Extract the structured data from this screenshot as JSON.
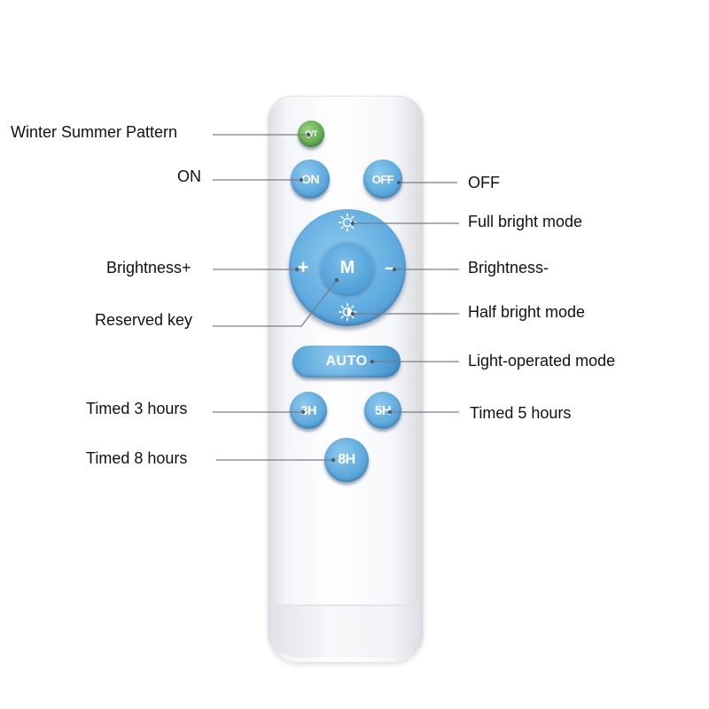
{
  "remote": {
    "buttons": {
      "winter_summer": "Q/T",
      "on": "ON",
      "off": "OFF",
      "mode": "M",
      "plus": "+",
      "minus": "–",
      "auto": "AUTO",
      "timer_3h": "3H",
      "timer_5h": "5H",
      "timer_8h": "8H"
    },
    "colors": {
      "button_blue": "#5ba8dc",
      "button_green": "#5faa4c",
      "body": "#ffffff"
    },
    "icons": {
      "full_bright": "sun-full-icon",
      "half_bright": "sun-half-icon"
    }
  },
  "labels": {
    "winter_summer": "Winter Summer Pattern",
    "on": "ON",
    "off": "OFF",
    "full_bright": "Full bright mode",
    "brightness_plus": "Brightness+",
    "brightness_minus": "Brightness-",
    "reserved": "Reserved key",
    "half_bright": "Half bright mode",
    "light_operated": "Light-operated mode",
    "timed_3": "Timed 3 hours",
    "timed_5": "Timed 5 hours",
    "timed_8": "Timed 8 hours"
  }
}
